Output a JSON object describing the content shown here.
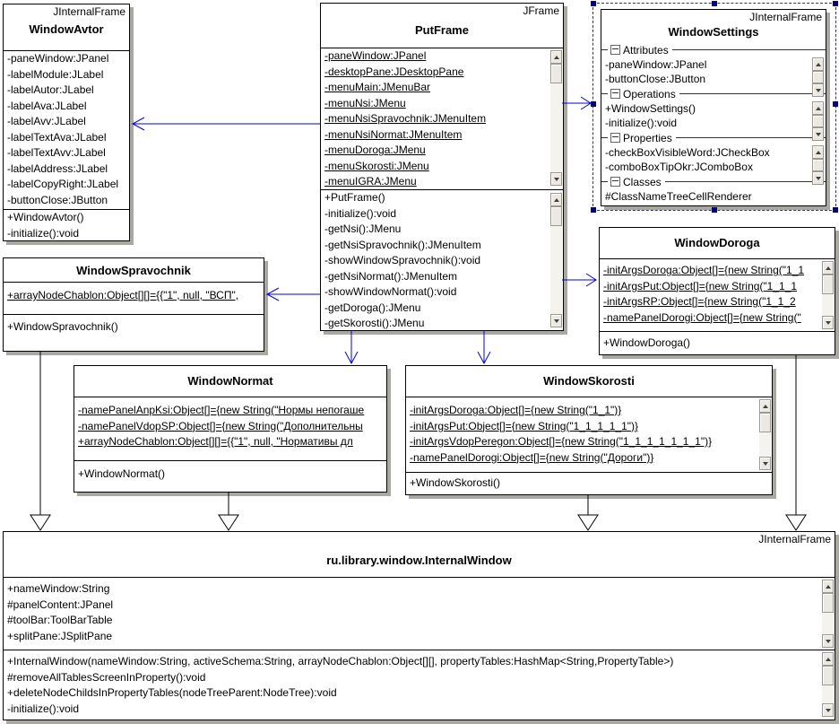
{
  "diagram_title": "UML class diagram",
  "colors": {
    "connector_blue": "#0000dd",
    "generalization_black": "#000000",
    "selection_navy": "#000080",
    "shadow_gray": "#a9a9a2"
  },
  "classes": {
    "window_avtor": {
      "frame": "JInternalFrame",
      "name": "WindowAvtor",
      "attributes": [
        "-paneWindow:JPanel",
        "-labelModule:JLabel",
        "-labelAutor:JLabel",
        "-labelAva:JLabel",
        "-labelAvv:JLabel",
        "-labelTextAva:JLabel",
        "-labelTextAvv:JLabel",
        "-labelAddress:JLabel",
        "-labelCopyRight:JLabel",
        "-buttonClose:JButton"
      ],
      "operations": [
        "+WindowAvtor()",
        "-initialize():void"
      ]
    },
    "put_frame": {
      "frame": "JFrame",
      "name": "PutFrame",
      "attributes": [
        "-paneWindow:JPanel",
        "-desktopPane:JDesktopPane",
        "-menuMain:JMenuBar",
        "-menuNsi:JMenu",
        "-menuNsiSpravochnik:JMenuItem",
        "-menuNsiNormat:JMenuItem",
        "-menuDoroga:JMenu",
        "-menuSkorosti:JMenu",
        "-menuIGRA:JMenu"
      ],
      "operations": [
        "+PutFrame()",
        "-initialize():void",
        "-getNsi():JMenu",
        "-getNsiSpravochnik():JMenuItem",
        "-showWindowSpravochnik():void",
        "-getNsiNormat():JMenuItem",
        "-showWindowNormat():void",
        "-getDoroga():JMenu",
        "-getSkorosti():JMenu"
      ]
    },
    "window_settings": {
      "frame": "JInternalFrame",
      "name": "WindowSettings",
      "groups": [
        {
          "label": "Attributes",
          "items": [
            "-paneWindow:JPanel",
            "-buttonClose:JButton"
          ]
        },
        {
          "label": "Operations",
          "items": [
            "+WindowSettings()",
            "-initialize():void"
          ]
        },
        {
          "label": "Properties",
          "items": [
            "-checkBoxVisibleWord:JCheckBox",
            "-comboBoxTipOkr:JComboBox"
          ]
        },
        {
          "label": "Classes",
          "items": [
            "#ClassNameTreeCellRenderer"
          ]
        }
      ]
    },
    "window_spravochnik": {
      "name": "WindowSpravochnik",
      "attributes": [
        "+arrayNodeChablon:Object[][]={{\"1\", null, \"ВСП\","
      ],
      "operations": [
        "+WindowSpravochnik()"
      ]
    },
    "window_doroga": {
      "name": "WindowDoroga",
      "attributes": [
        "-initArgsDoroga:Object[]={new String(\"1_1",
        "-initArgsPut:Object[]={new String(\"1_1_1",
        "-initArgsRP:Object[]={new String(\"1_1_2",
        "-namePanelDorogi:Object[]={new String(\""
      ],
      "operations": [
        "+WindowDoroga()"
      ]
    },
    "window_normat": {
      "name": "WindowNormat",
      "attributes": [
        "-namePanelAnpKsi:Object[]={new String(\"Нормы непогаше",
        "-namePanelVdopSP:Object[]={new String(\"Дополнительны",
        "+arrayNodeChablon:Object[][]={{\"1\", null, \"Нормативы дл"
      ],
      "operations": [
        "+WindowNormat()"
      ]
    },
    "window_skorosti": {
      "name": "WindowSkorosti",
      "attributes": [
        "-initArgsDoroga:Object[]={new String(\"1_1\")}",
        "-initArgsPut:Object[]={new String(\"1_1_1_1_1\")}",
        "-initArgsVdopPeregon:Object[]={new String(\"1_1_1_1_1_1_1\")}",
        "-namePanelDorogi:Object[]={new String(\"Дороги\")}"
      ],
      "operations": [
        "+WindowSkorosti()"
      ]
    },
    "internal_window": {
      "frame": "JInternalFrame",
      "name": "ru.library.window.InternalWindow",
      "attributes": [
        "+nameWindow:String",
        "#panelContent:JPanel",
        "#toolBar:ToolBarTable",
        "+splitPane:JSplitPane"
      ],
      "operations": [
        "+InternalWindow(nameWindow:String, activeSchema:String, arrayNodeChablon:Object[][], propertyTables:HashMap<String,PropertyTable>)",
        "#removeAllTablesScreenInProperty():void",
        "+deleteNodeChildsInPropertyTables(nodeTreeParent:NodeTree):void",
        "-initialize():void"
      ]
    }
  }
}
